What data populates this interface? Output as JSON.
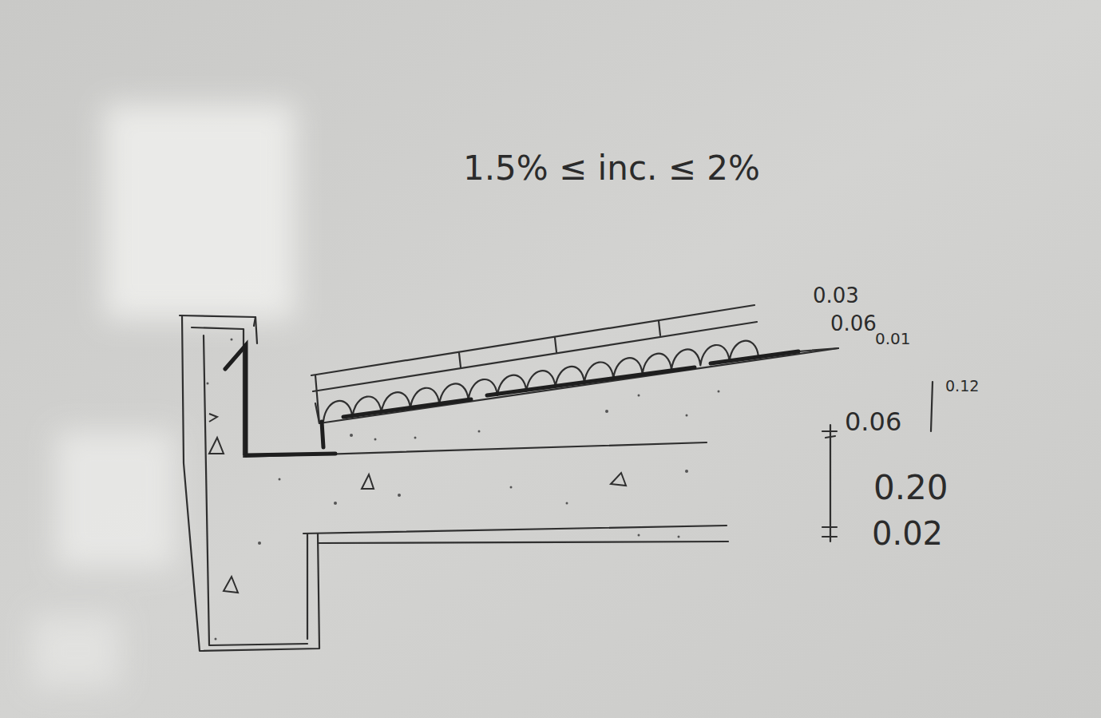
{
  "diagram": {
    "labels": [
      "1.5% ≤ inc. ≤ 2%",
      "0.03",
      "0.06",
      "0.01",
      "0.12",
      "0.06",
      "0.20",
      "0.02"
    ]
  }
}
